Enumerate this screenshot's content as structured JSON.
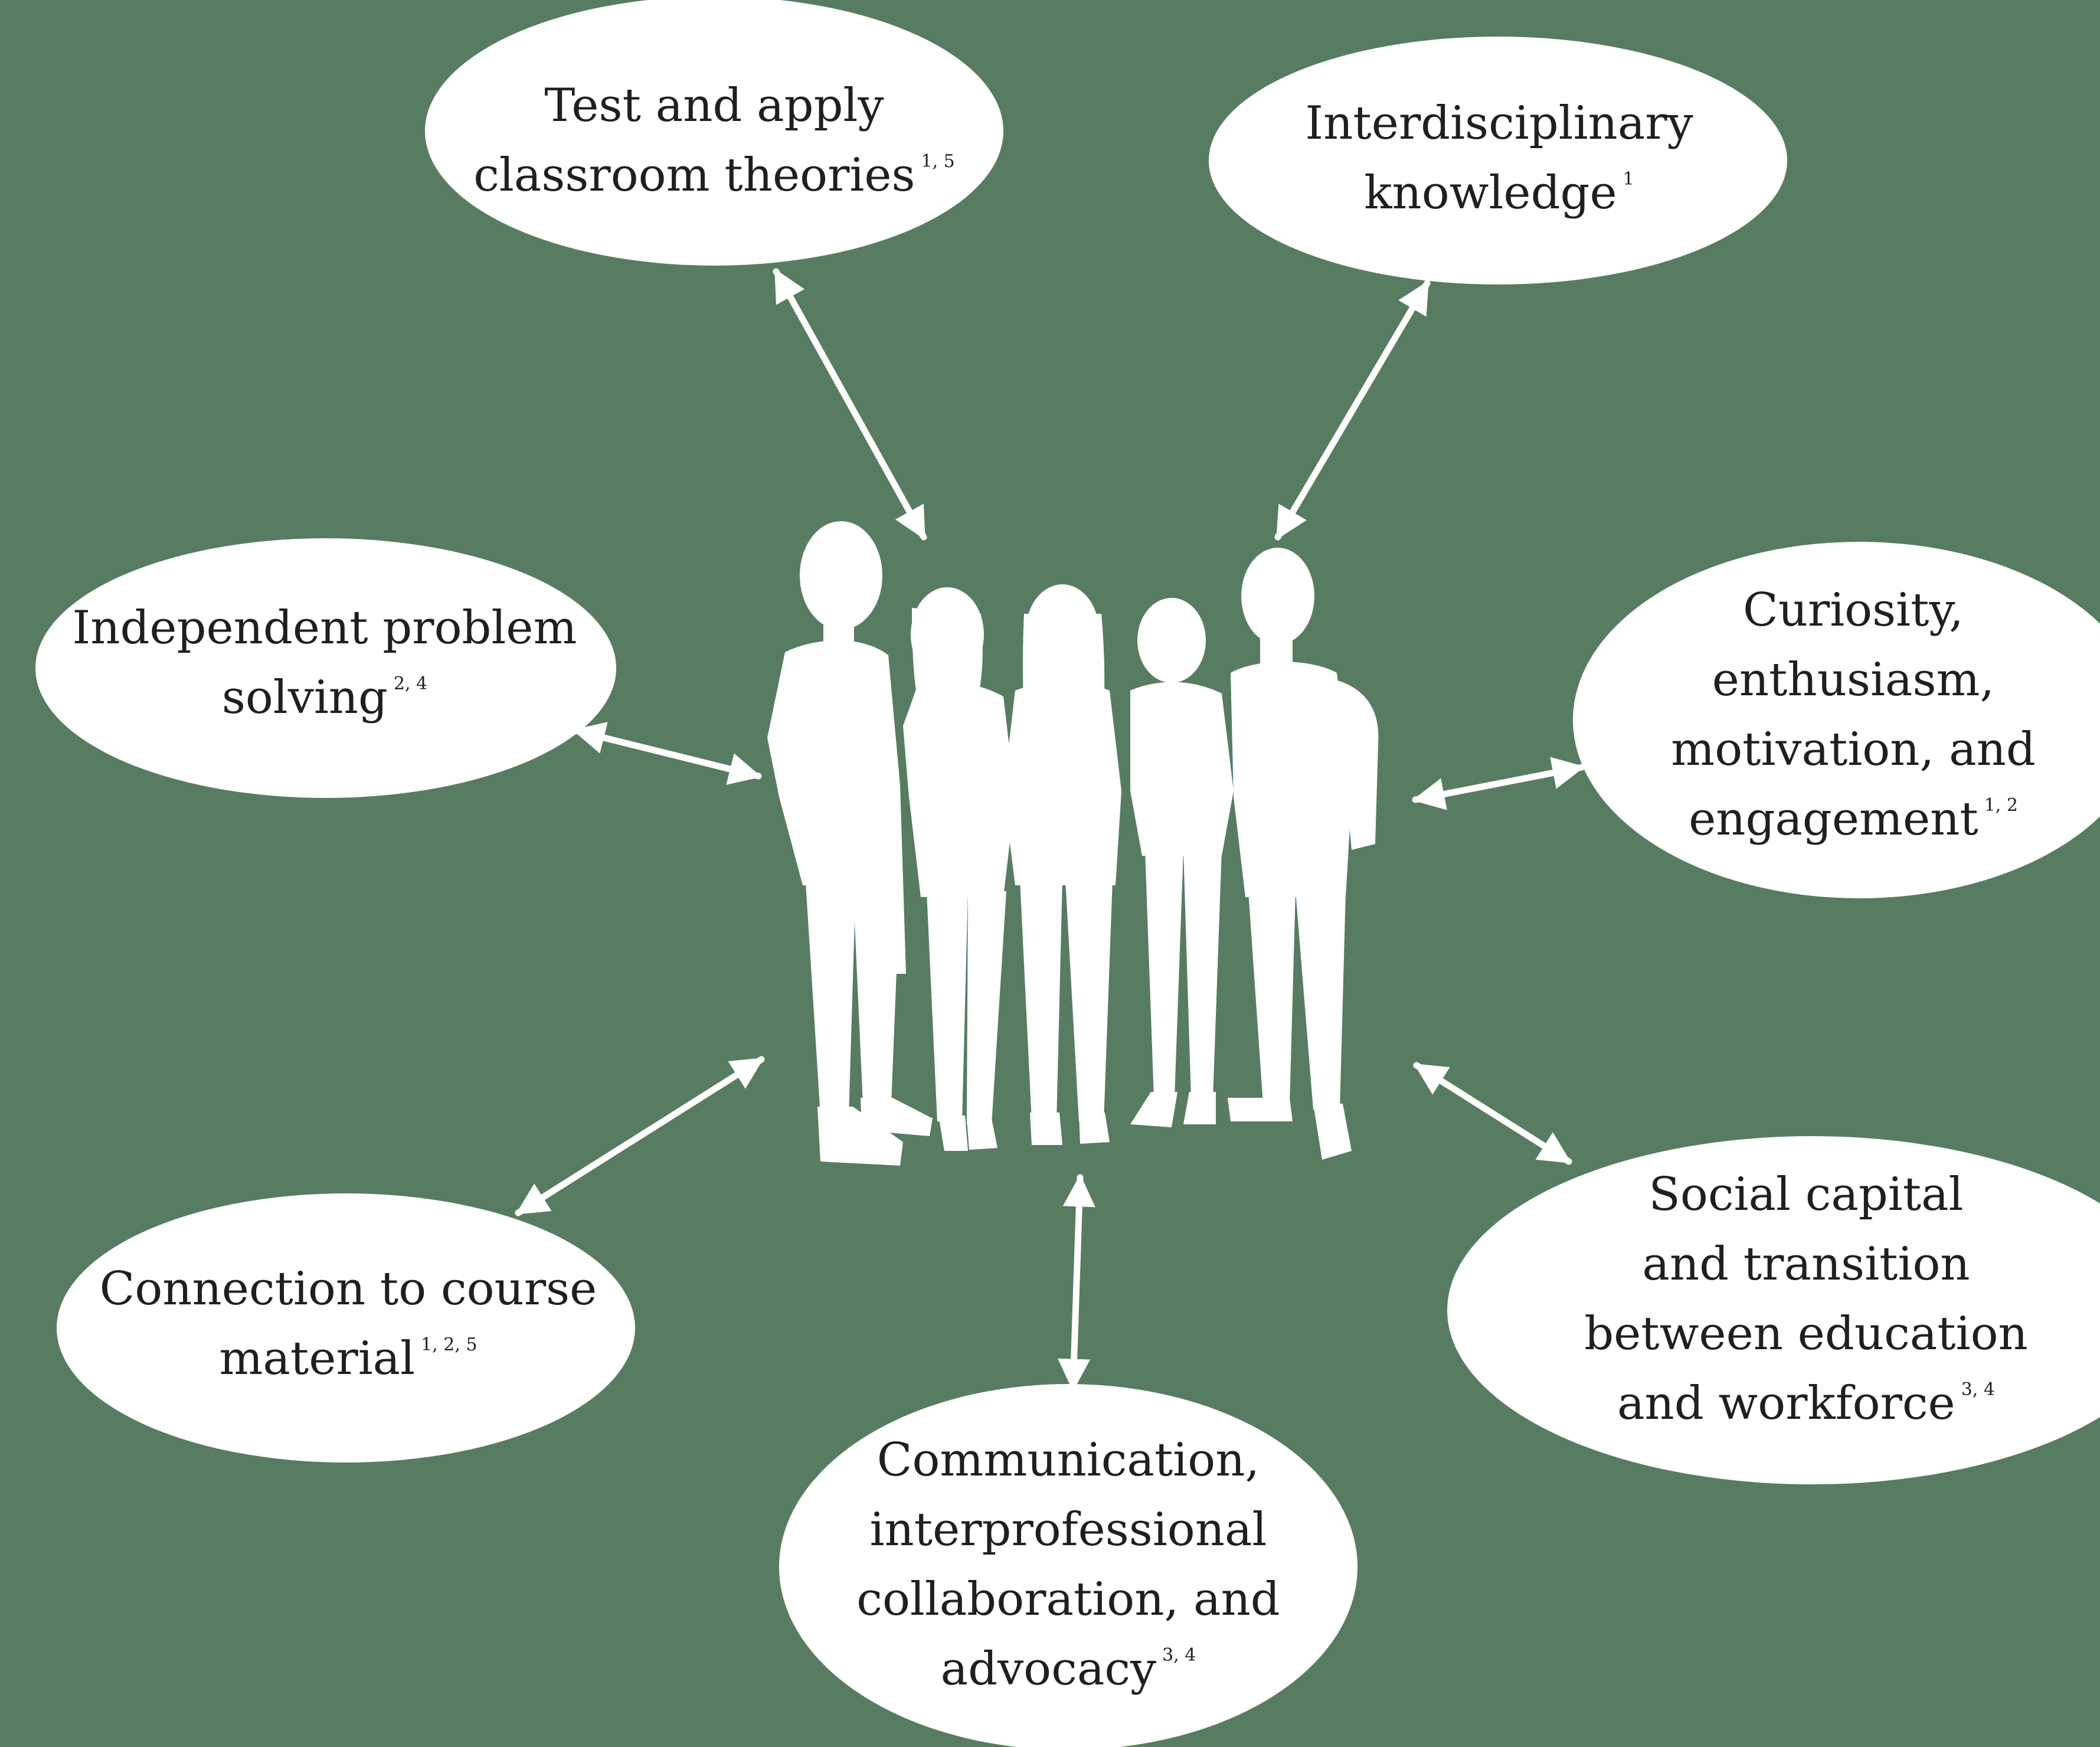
{
  "nodes": [
    {
      "id": "test-apply",
      "lines": [
        "Test and apply",
        "classroom theories"
      ],
      "refs": "1, 5"
    },
    {
      "id": "interdisciplinary",
      "lines": [
        "Interdisciplinary",
        "knowledge"
      ],
      "refs": "1"
    },
    {
      "id": "independent",
      "lines": [
        "Independent problem",
        "solving"
      ],
      "refs": "2, 4"
    },
    {
      "id": "curiosity",
      "lines": [
        "Curiosity,",
        "enthusiasm,",
        "motivation, and",
        "engagement"
      ],
      "refs": "1, 2"
    },
    {
      "id": "connection",
      "lines": [
        "Connection to course",
        "material"
      ],
      "refs": "1, 2, 5"
    },
    {
      "id": "social",
      "lines": [
        "Social capital",
        "and transition",
        "between education",
        "and workforce"
      ],
      "refs": "3, 4"
    },
    {
      "id": "communication",
      "lines": [
        "Communication,",
        "interprofessional",
        "collaboration, and",
        "advocacy"
      ],
      "refs": "3, 4"
    }
  ],
  "center_image": "group-of-students-silhouette",
  "colors": {
    "background": "#587c62",
    "ellipse": "#ffffff",
    "arrow": "#ffffff",
    "text": "#1f1f1f"
  }
}
